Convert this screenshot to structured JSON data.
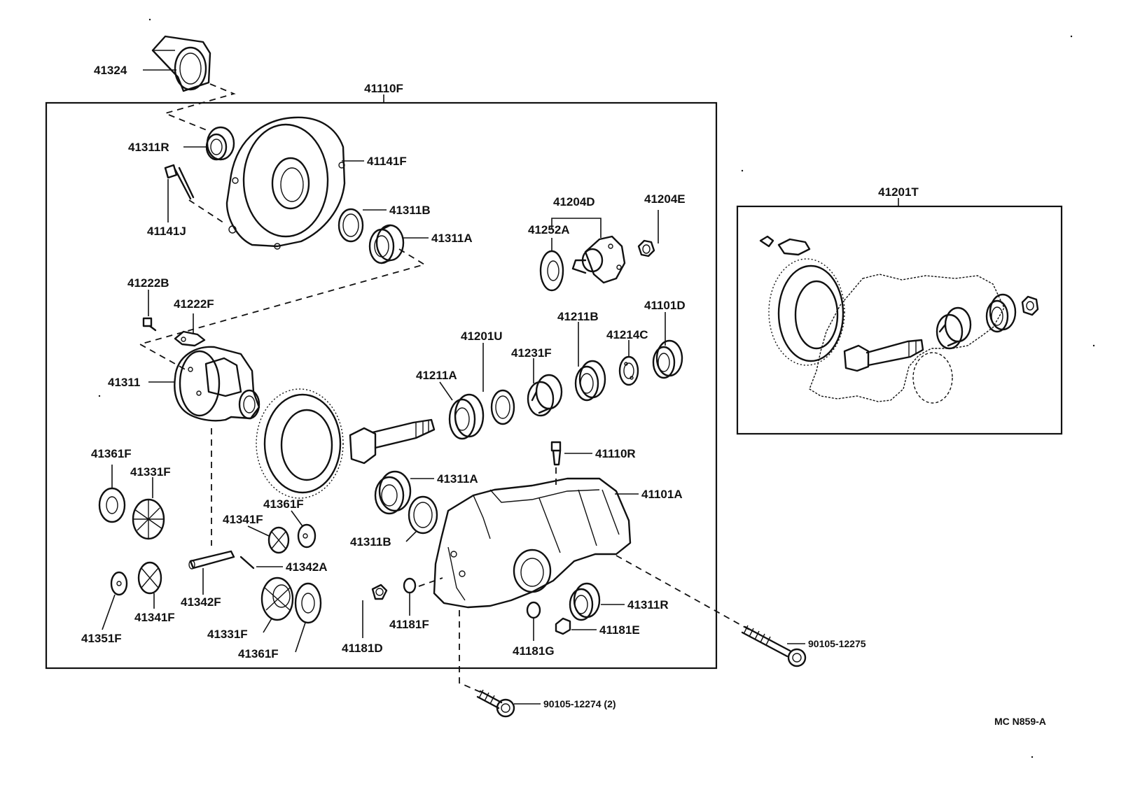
{
  "diagram_code": "MC N859-A",
  "groups": {
    "main_assembly": "41110F",
    "gear_kit": "41201T"
  },
  "labels": {
    "p41324": "41324",
    "p41311R_top": "41311R",
    "p41141F": "41141F",
    "p41141J": "41141J",
    "p41311B_top": "41311B",
    "p41311A_top": "41311A",
    "p41204D": "41204D",
    "p41204E": "41204E",
    "p41252A": "41252A",
    "p41222B": "41222B",
    "p41222F": "41222F",
    "p41211B": "41211B",
    "p41101D": "41101D",
    "p41201U": "41201U",
    "p41214C": "41214C",
    "p41231F": "41231F",
    "p41311": "41311",
    "p41211A": "41211A",
    "p41110R": "41110R",
    "p41361F_a": "41361F",
    "p41331F_a": "41331F",
    "p41311A_mid": "41311A",
    "p41101A": "41101A",
    "p41361F_b": "41361F",
    "p41341F_a": "41341F",
    "p41311B_mid": "41311B",
    "p41342A": "41342A",
    "p41311R_bot": "41311R",
    "p41342F": "41342F",
    "p41181F": "41181F",
    "p41181E": "41181E",
    "p41341F_b": "41341F",
    "p41331F_b": "41331F",
    "p90105_12275": "90105-12275",
    "p41351F": "41351F",
    "p41361F_c": "41361F",
    "p41181D": "41181D",
    "p41181G": "41181G",
    "p90105_12274": "90105-12274 (2)"
  }
}
